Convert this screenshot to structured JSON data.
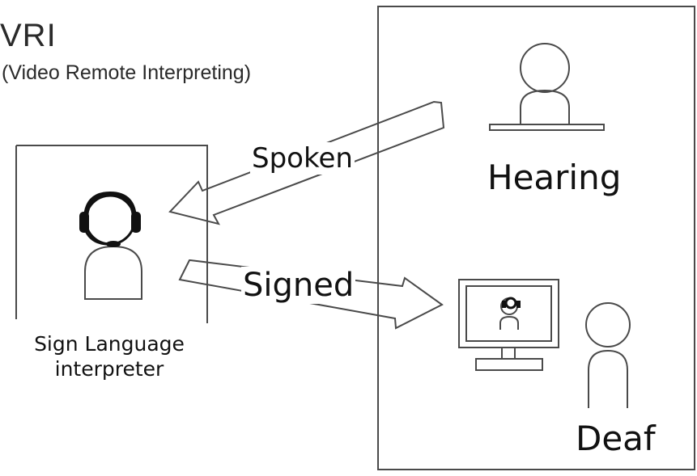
{
  "diagram": {
    "title": "VRI",
    "subtitle": "(Video Remote Interpreting)",
    "arrow_spoken_label": "Spoken",
    "arrow_signed_label": "Signed",
    "hearing_label": "Hearing",
    "interpreter_label_line1": "Sign Language",
    "interpreter_label_line2": "interpreter",
    "deaf_label": "Deaf"
  },
  "colors": {
    "background": "#ffffff",
    "stroke": "#4a4a4a",
    "headset": "#111111",
    "text": "#111111"
  },
  "icons": [
    "headset-icon",
    "monitor-icon",
    "person-icon"
  ]
}
